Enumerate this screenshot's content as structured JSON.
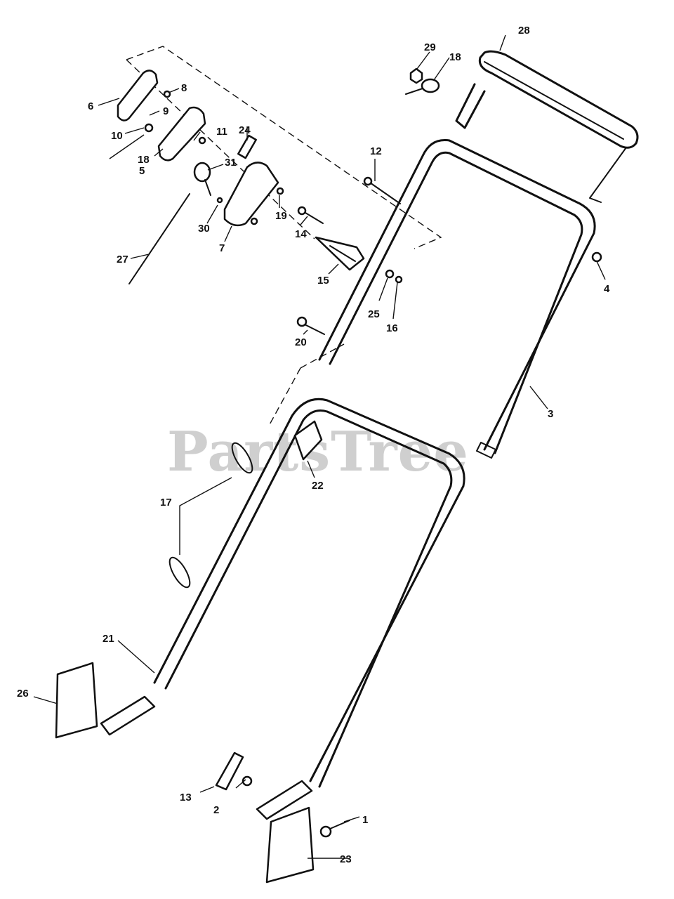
{
  "watermark": "PartsTree",
  "callouts": {
    "p1": "1",
    "p2": "2",
    "p3": "3",
    "p4": "4",
    "p5": "5",
    "p6": "6",
    "p7": "7",
    "p8": "8",
    "p9": "9",
    "p10": "10",
    "p11": "11",
    "p12": "12",
    "p13": "13",
    "p14": "14",
    "p15": "15",
    "p16": "16",
    "p17": "17",
    "p18a": "18",
    "p18b": "18",
    "p19": "19",
    "p20": "20",
    "p21": "21",
    "p22": "22",
    "p23": "23",
    "p24": "24",
    "p25": "25",
    "p26": "26",
    "p27": "27",
    "p28": "28",
    "p29": "29",
    "p30": "30",
    "p31": "31"
  }
}
